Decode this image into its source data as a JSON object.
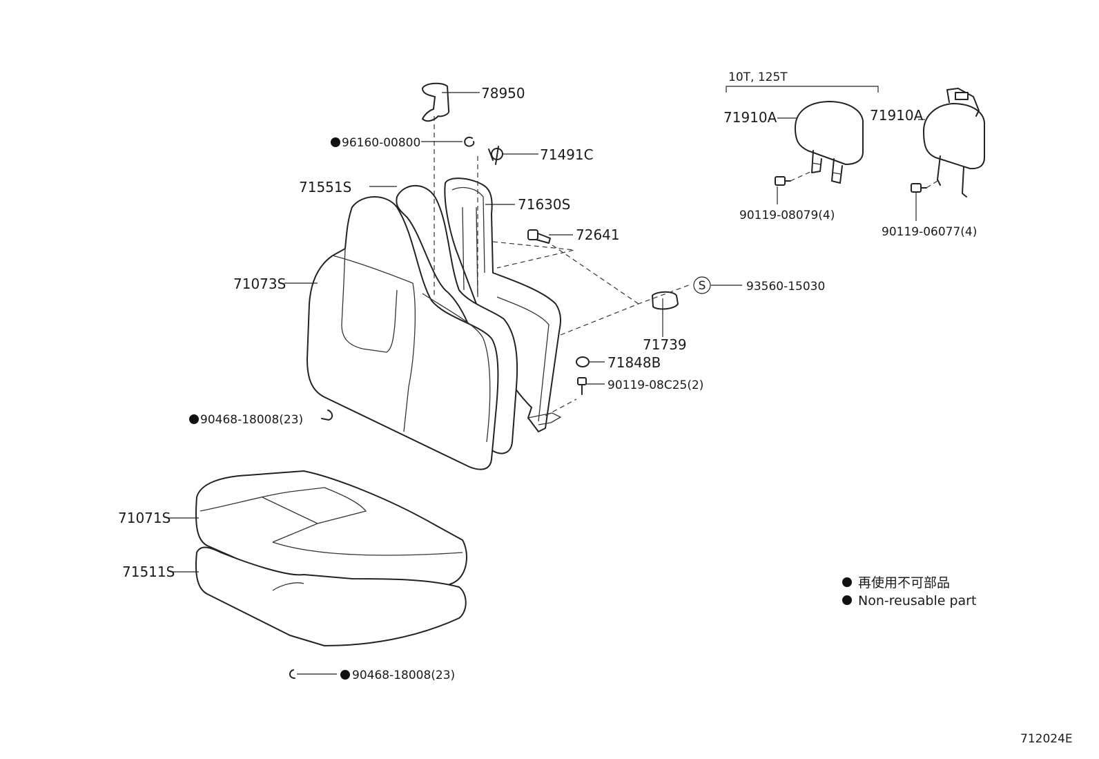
{
  "parts": {
    "p78950": "78950",
    "p96160": "96160-00800",
    "p71491c": "71491C",
    "p71551s": "71551S",
    "p71630s": "71630S",
    "p72641": "72641",
    "p71073s": "71073S",
    "p93560": "93560-15030",
    "p71739": "71739",
    "p71848b": "71848B",
    "p90119_08c25": "90119-08C25(2)",
    "p90468_top": "90468-18008(23)",
    "p71071s": "71071S",
    "p71511s": "71511S",
    "p90468_bottom": "90468-18008(23)",
    "p71910a_left": "71910A",
    "p71910a_right": "71910A",
    "p90119_08079": "90119-08079(4)",
    "p90119_06077": "90119-06077(4)"
  },
  "variant_label": "10T, 125T",
  "circled_s": "S",
  "legend": {
    "line1": "再使用不可部品",
    "line2": "Non-reusable part"
  },
  "diagram_id": "712024E"
}
